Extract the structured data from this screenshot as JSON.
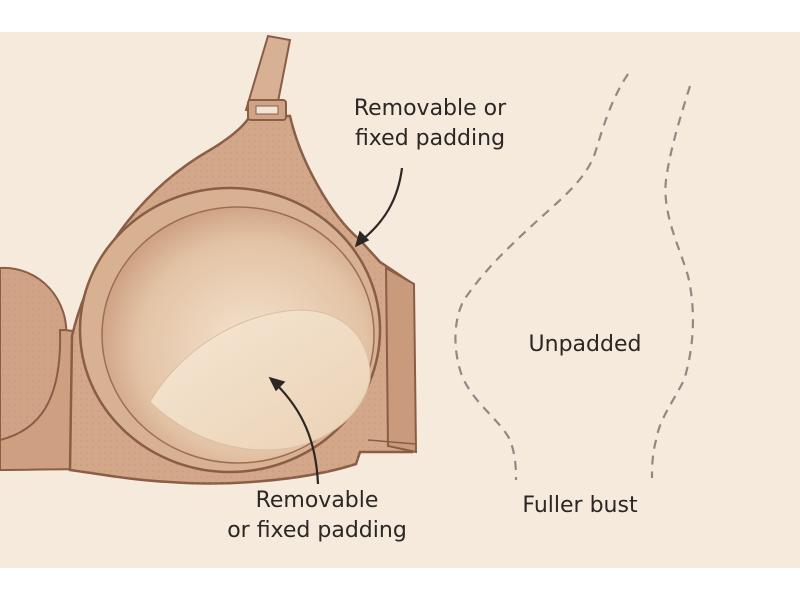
{
  "labels": {
    "top_padding_line1": "Removable or",
    "top_padding_line2": "fixed padding",
    "bottom_padding_line1": "Removable",
    "bottom_padding_line2": "or fixed padding",
    "unpadded": "Unpadded",
    "fuller_bust": "Fuller bust"
  },
  "colors": {
    "background": "#f6eadd",
    "bra_fabric": "#d3a88a",
    "bra_outline": "#8a5d45",
    "padding_light": "#f2dfc8",
    "dashed_outline": "#8f8a86",
    "text": "#2b2724"
  },
  "icons": {
    "arrow_top": "curved-arrow-icon",
    "arrow_bottom": "curved-arrow-icon"
  }
}
